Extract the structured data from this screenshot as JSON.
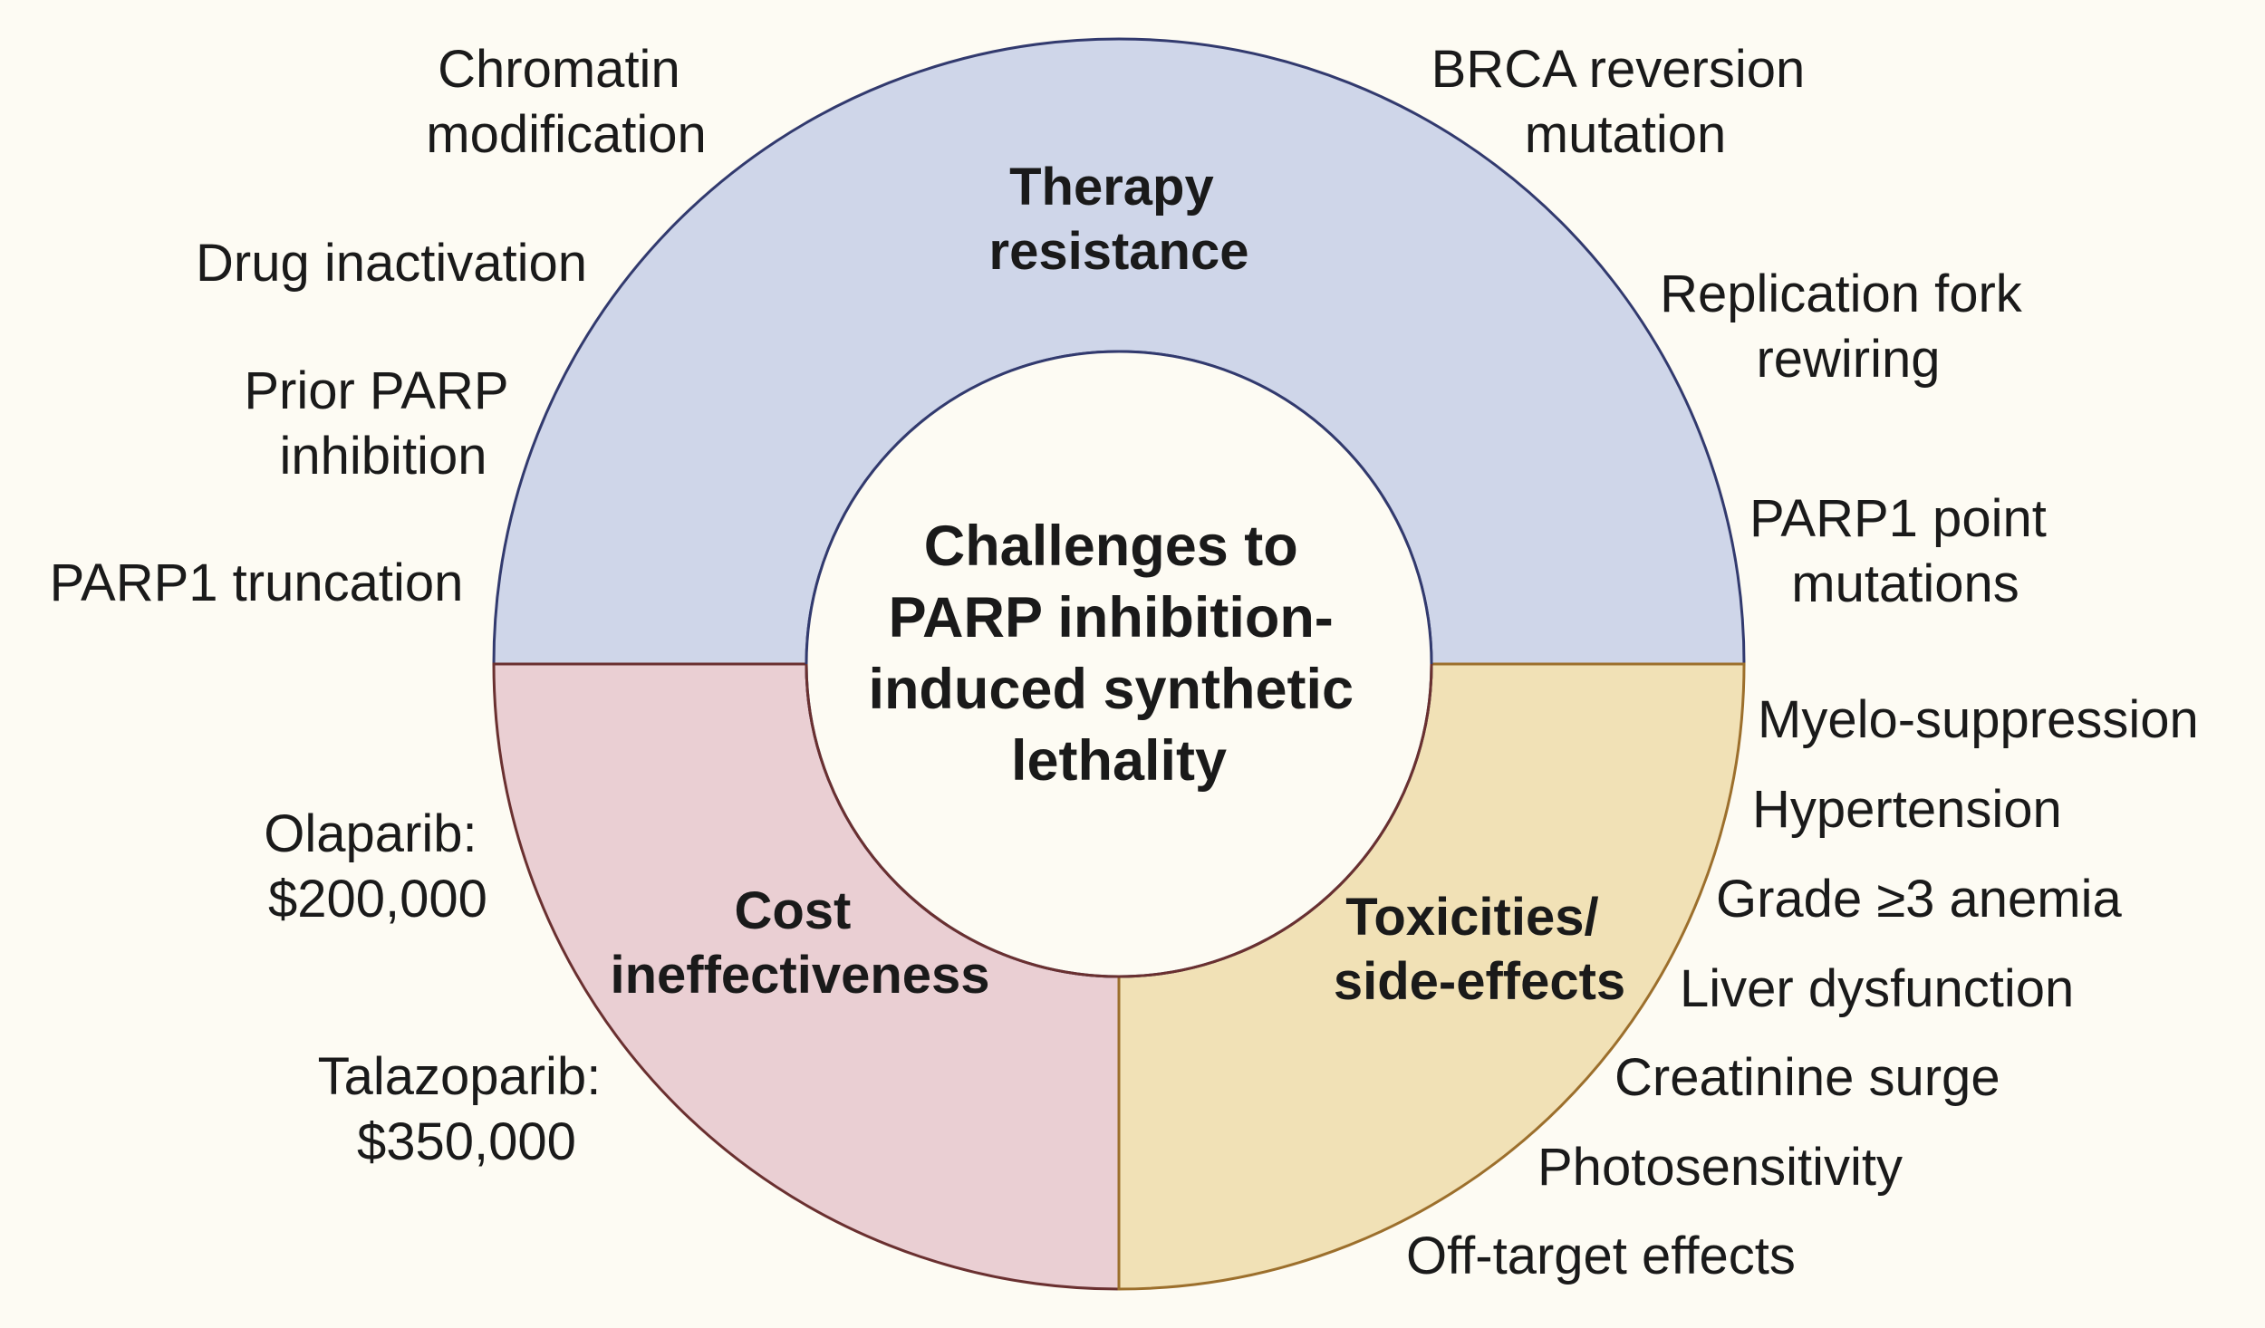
{
  "colors": {
    "background": "#fdfbf3",
    "therapy_fill": "#cfd6e9",
    "therapy_stroke": "#323a6e",
    "cost_fill": "#eacfd3",
    "cost_stroke": "#6a3030",
    "toxicity_fill": "#f1e1b6",
    "toxicity_stroke": "#9c6f2c",
    "center_fill": "#fdfbf3",
    "text": "#1a1a1a"
  },
  "center": {
    "lines": [
      "Challenges to",
      "PARP inhibition-",
      "induced synthetic",
      "lethality"
    ]
  },
  "segments": {
    "therapy": {
      "title_lines": [
        "Therapy",
        "resistance"
      ],
      "labels": [
        {
          "lines": [
            "Chromatin",
            "modification"
          ]
        },
        {
          "lines": [
            "Drug inactivation"
          ]
        },
        {
          "lines": [
            "Prior PARP",
            "inhibition"
          ]
        },
        {
          "lines": [
            "PARP1 truncation"
          ]
        },
        {
          "lines": [
            "BRCA reversion",
            "mutation"
          ]
        },
        {
          "lines": [
            "Replication fork",
            "rewiring"
          ]
        },
        {
          "lines": [
            "PARP1 point",
            "mutations"
          ]
        }
      ]
    },
    "cost": {
      "title_lines": [
        "Cost",
        "ineffectiveness"
      ],
      "labels": [
        {
          "lines": [
            "Olaparib:",
            "$200,000"
          ]
        },
        {
          "lines": [
            "Talazoparib:",
            "$350,000"
          ]
        }
      ]
    },
    "toxicity": {
      "title_lines": [
        "Toxicities/",
        "side-effects"
      ],
      "labels": [
        {
          "lines": [
            "Myelo-suppression"
          ]
        },
        {
          "lines": [
            "Hypertension"
          ]
        },
        {
          "lines": [
            "Grade ≥3 anemia"
          ]
        },
        {
          "lines": [
            "Liver dysfunction"
          ]
        },
        {
          "lines": [
            "Creatinine surge"
          ]
        },
        {
          "lines": [
            "Photosensitivity"
          ]
        },
        {
          "lines": [
            "Off-target effects"
          ]
        }
      ]
    }
  }
}
